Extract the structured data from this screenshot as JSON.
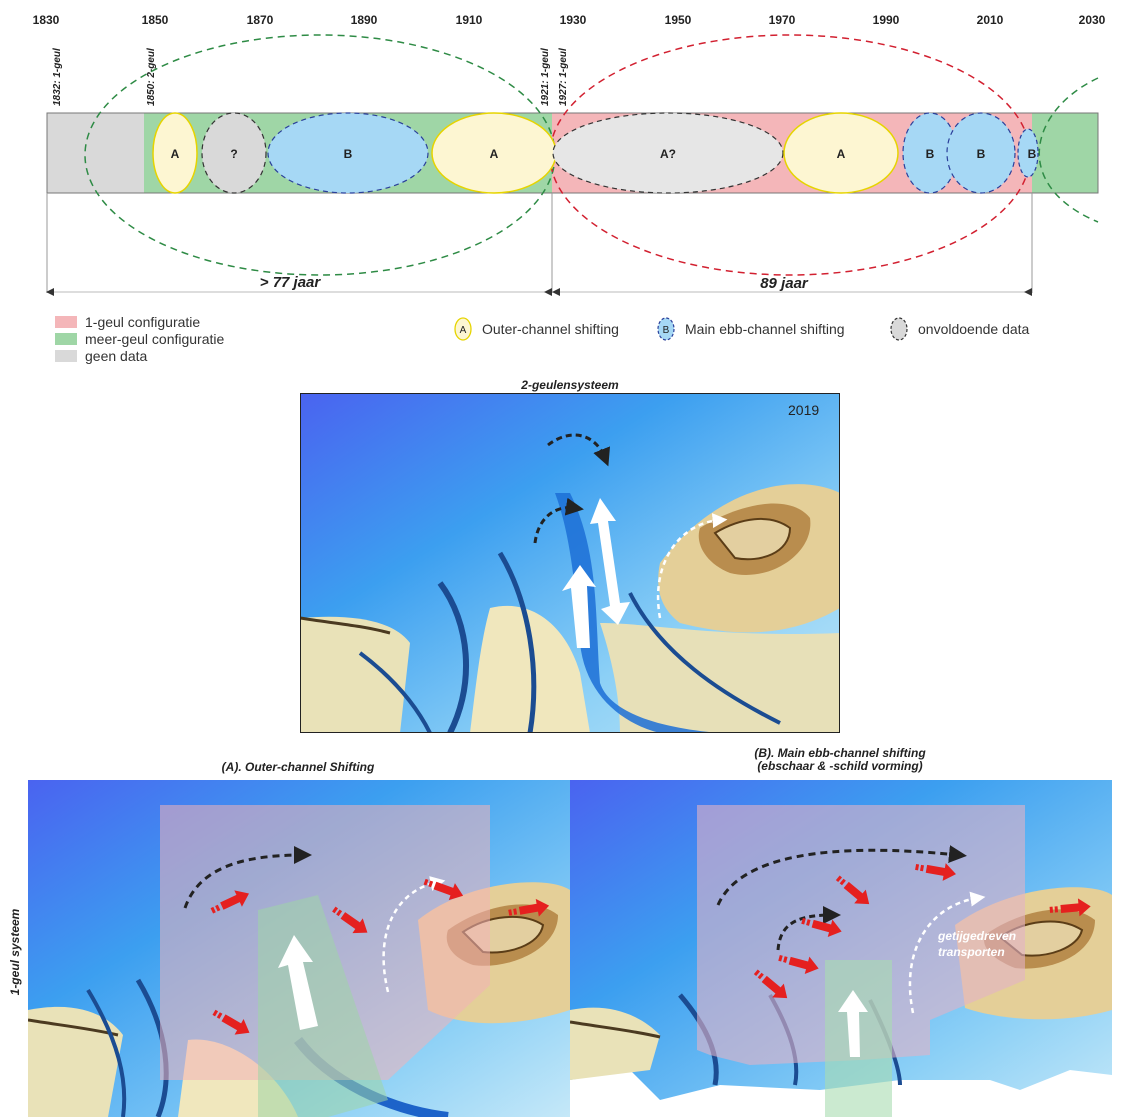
{
  "timeline": {
    "years": [
      "1830",
      "1850",
      "1870",
      "1890",
      "1910",
      "1930",
      "1950",
      "1970",
      "1990",
      "2010",
      "2030"
    ],
    "event_labels": [
      "1832: 1-geul",
      "1850: 2-geul",
      "1921: 1-geul",
      "1927: 1-geul"
    ],
    "ellipse_labels": [
      "A",
      "?",
      "B",
      "A",
      "A?",
      "A",
      "B",
      "B",
      "B"
    ],
    "span_left": "> 77 jaar",
    "span_right": "89 jaar"
  },
  "legend": {
    "single_channel": "1-geul configuratie",
    "multi_channel": "meer-geul configuratie",
    "no_data": "geen data",
    "outer_symbol": "A",
    "outer_label": "Outer-channel shifting",
    "main_symbol": "B",
    "main_label": "Main ebb-channel shifting",
    "insufficient_label": "onvoldoende data"
  },
  "colors": {
    "single_channel": "#f4b6b9",
    "multi_channel": "#9fd6a6",
    "no_data": "#d9d9d9",
    "outer_fill": "#fdf6d2",
    "outer_border": "#e6d400",
    "main_fill": "#a6d8f5",
    "main_border": "#2a3f9a"
  },
  "maps": {
    "two_channel_title": "2-geulensysteem",
    "two_channel_year": "2019",
    "panel_a_title": "(A). Outer-channel Shifting",
    "panel_b_title_1": "(B). Main ebb-channel shifting",
    "panel_b_title_2": "(ebschaar & -schild vorming)",
    "side_label": "1-geul systeem",
    "transport_label_1": "getijgedreven",
    "transport_label_2": "transporten"
  }
}
